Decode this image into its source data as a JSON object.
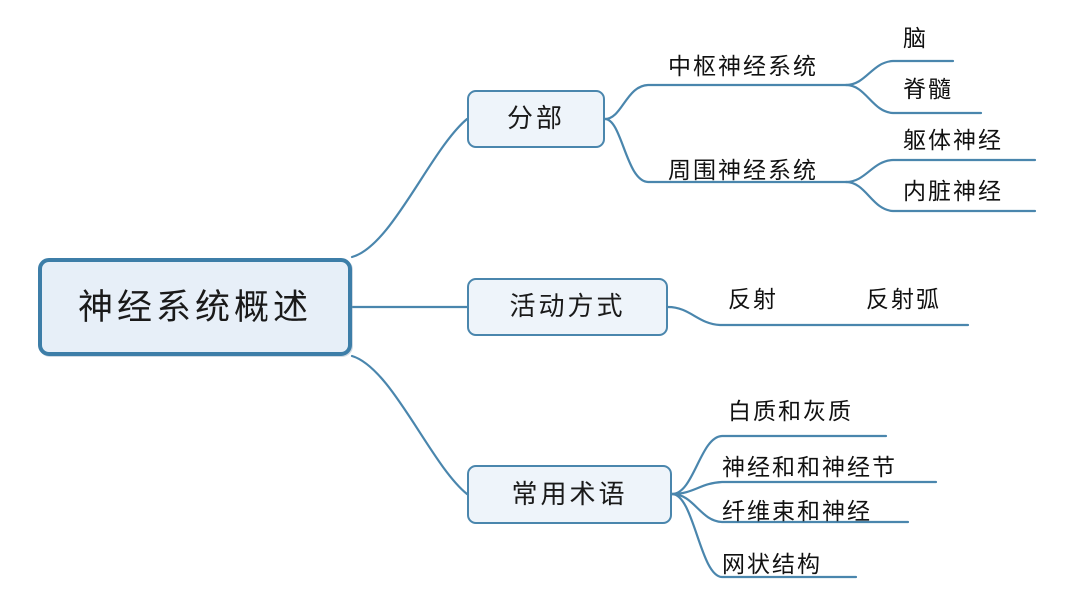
{
  "diagram": {
    "type": "mind-map",
    "title": "神经系统概述",
    "theme": {
      "background": "#ffffff",
      "root_border": "#3d7ea8",
      "root_fill": "#e7eff8",
      "branch_border": "#4a86ad",
      "branch_fill": "#eef4fa",
      "wire": "#4a86ad",
      "text": "#111111"
    },
    "root": {
      "label": "神经系统概述"
    },
    "branches": [
      {
        "label": "分部",
        "children": [
          {
            "label": "中枢神经系统",
            "children": [
              {
                "label": "脑"
              },
              {
                "label": "脊髓"
              }
            ]
          },
          {
            "label": "周围神经系统",
            "children": [
              {
                "label": "躯体神经"
              },
              {
                "label": "内脏神经"
              }
            ]
          }
        ]
      },
      {
        "label": "活动方式",
        "children": [
          {
            "label": "反射"
          },
          {
            "label": "反射弧"
          }
        ]
      },
      {
        "label": "常用术语",
        "children": [
          {
            "label": "白质和灰质"
          },
          {
            "label": "神经和和神经节"
          },
          {
            "label": "纤维束和神经"
          },
          {
            "label": "网状结构"
          }
        ]
      }
    ]
  }
}
